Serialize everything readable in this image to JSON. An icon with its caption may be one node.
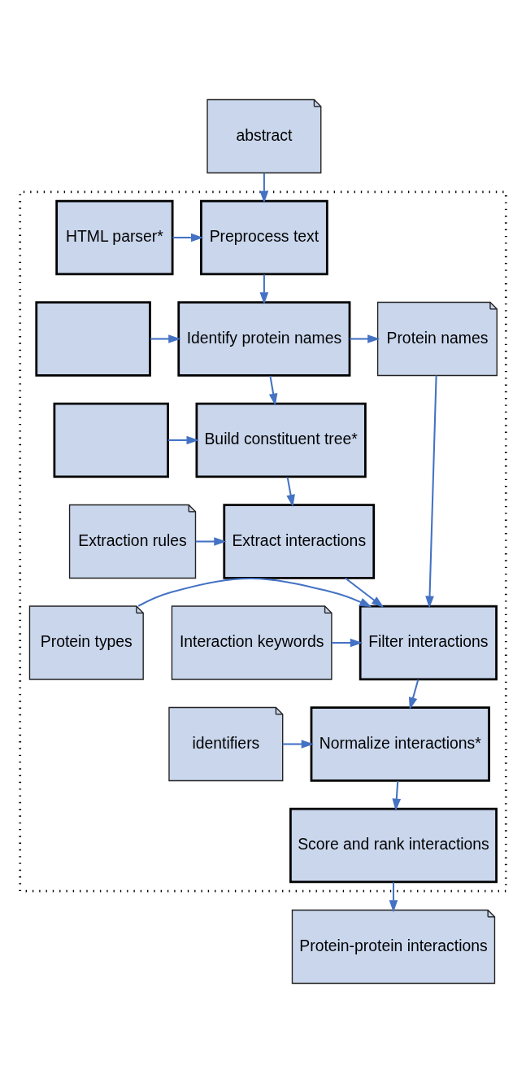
{
  "diagram": {
    "nodes": [
      {
        "text": [
          "abstract"
        ]
      },
      {
        "text": [],
        "shape": "box"
      },
      {
        "text": [
          "HTML parser*"
        ],
        "in": 1
      },
      {
        "text": [
          "Preprocess text"
        ],
        "in": 1
      },
      {
        "text": [],
        "shape": "box",
        "in": 1
      },
      {
        "text": [
          "Identify protein names"
        ],
        "in": 1
      },
      {
        "text": [
          "Protein names"
        ],
        "in": 1
      },
      {
        "text": [],
        "shape": "box",
        "in": 1
      },
      {
        "text": [
          "Build constituent tree*"
        ],
        "in": 1
      },
      {
        "text": [
          "Extraction rules"
        ],
        "in": 1
      },
      {
        "text": [
          "Extract interactions"
        ],
        "in": 1
      },
      {
        "text": [
          "Interaction keywords"
        ],
        "in": 1
      },
      {
        "text": [
          "Filter interactions"
        ],
        "in": 1
      },
      {
        "text": [
          "Protein types"
        ],
        "in": 1
      },
      {
        "text": [
          "identifiers"
        ],
        "in": 1
      },
      {
        "text": [
          "Normalize interactions*"
        ],
        "in": 1
      },
      {
        "text": [
          "Score and rank interactions"
        ],
        "in": 1
      },
      {
        "text": [
          "Protein-protein interactions"
        ]
      }
    ],
    "edges": [
      {
        "from": 0,
        "to": 3,
        "arrow": "to"
      },
      {
        "from": 2,
        "to": 3,
        "arrow": "to"
      },
      {
        "from": 3,
        "to": 5,
        "arrow": "to"
      },
      {
        "from": 4,
        "to": 5,
        "arrow": "to"
      },
      {
        "from": 5,
        "to": 6,
        "arrow": "to"
      },
      {
        "from": 5,
        "to": 8,
        "arrow": "to"
      },
      {
        "from": 7,
        "to": 8,
        "arrow": "to"
      },
      {
        "from": 8,
        "to": 10,
        "arrow": "to"
      },
      {
        "from": 9,
        "to": 10,
        "arrow": "to"
      },
      {
        "from": 6,
        "to": 12,
        "arrow": "to"
      },
      {
        "from": 10,
        "to": 12,
        "arrow": "to"
      },
      {
        "from": 11,
        "to": 12,
        "arrow": "to"
      },
      {
        "from": 13,
        "to": 12,
        "arrow": "to"
      },
      {
        "from": 12,
        "to": 15,
        "arrow": "to"
      },
      {
        "from": 14,
        "to": 15,
        "arrow": "to"
      },
      {
        "from": 15,
        "to": 16,
        "arrow": "to"
      },
      {
        "from": 16,
        "to": 17,
        "arrow": "to"
      }
    ]
  }
}
